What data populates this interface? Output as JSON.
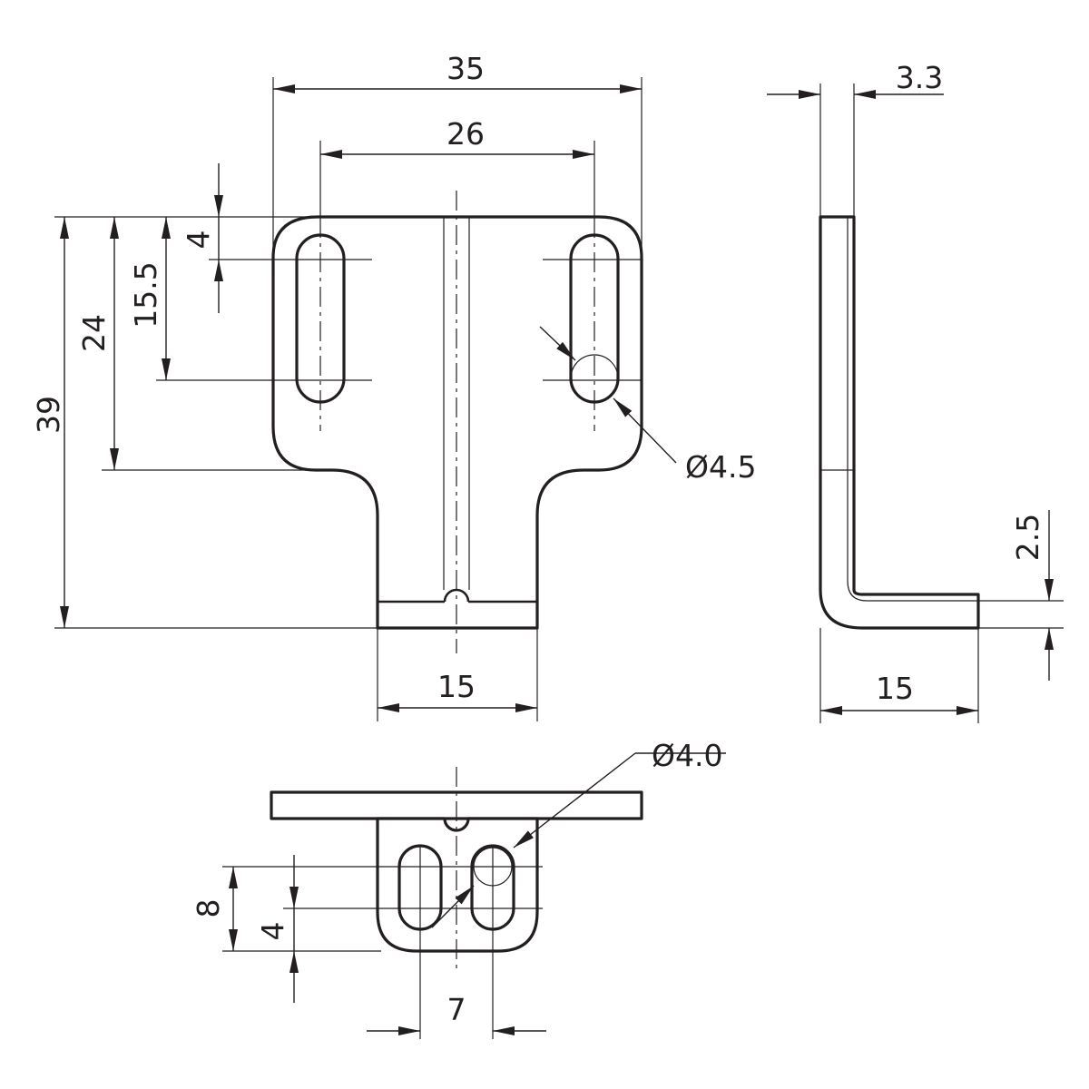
{
  "front_view": {
    "width_total": "35",
    "slot_spacing": "26",
    "slot_top_offset": "4",
    "slot_length": "15.5",
    "upper_height": "24",
    "overall_height": "39",
    "tab_width": "15",
    "slot_diameter": "Ø4.5"
  },
  "side_view": {
    "thickness": "3.3",
    "foot_height": "2.5",
    "foot_length": "15"
  },
  "bottom_view": {
    "hole_diameter": "Ø4.0",
    "slot_span": "8",
    "slot_offset": "4",
    "hole_spacing": "7"
  },
  "colors": {
    "line": "#231f20",
    "background": "#ffffff"
  }
}
